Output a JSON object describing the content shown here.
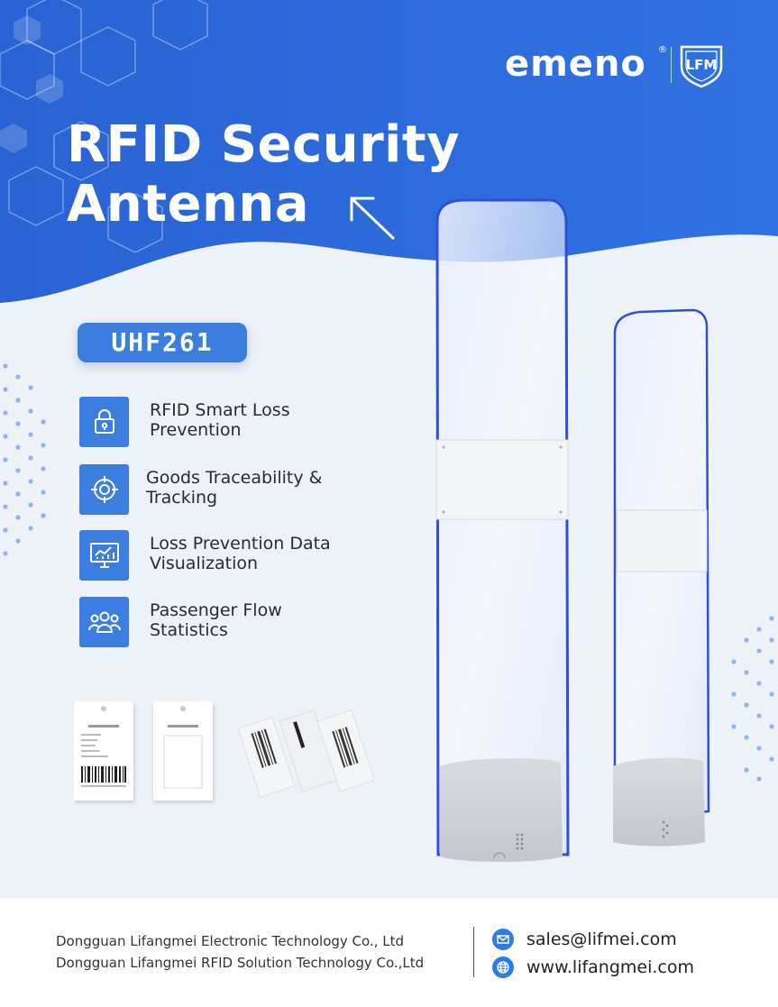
{
  "brand": {
    "name": "emeno",
    "registered_mark": "®",
    "badge_text": "LFM"
  },
  "hero": {
    "title_line1": "RFID Security",
    "title_line2": "Antenna"
  },
  "product": {
    "model": "UHF261"
  },
  "features": [
    {
      "line1": "RFID Smart Loss",
      "line2": "Prevention",
      "icon": "lock-icon"
    },
    {
      "line1": "Goods Traceability &",
      "line2": "Tracking",
      "icon": "crosshair-icon"
    },
    {
      "line1": "Loss Prevention Data",
      "line2": "Visualization",
      "icon": "monitor-chart-icon"
    },
    {
      "line1": "Passenger Flow",
      "line2": "Statistics",
      "icon": "people-icon"
    }
  ],
  "footer": {
    "company_line1": "Dongguan Lifangmei Electronic Technology Co., Ltd",
    "company_line2": "Dongguan Lifangmei RFID Solution Technology Co.,Ltd",
    "email": "sales@lifmei.com",
    "website": "www.lifangmei.com"
  },
  "colors": {
    "primary_blue": "#2d6fdc",
    "accent_blue": "#3b7ee0",
    "background": "#edf1f8"
  }
}
